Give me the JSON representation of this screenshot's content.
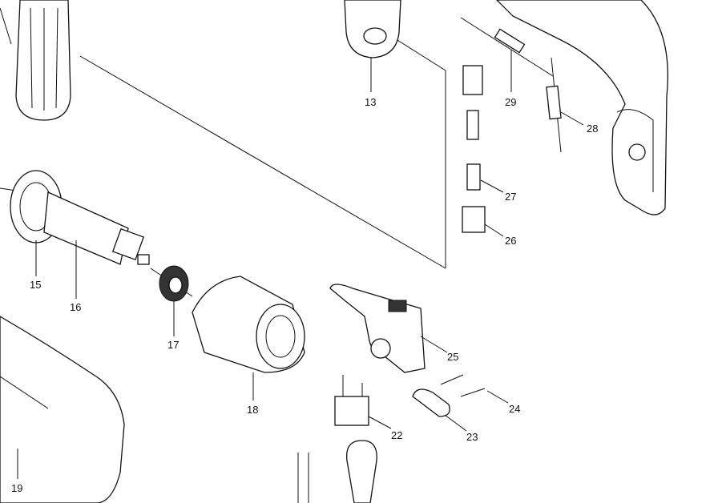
{
  "diagram": {
    "part_labels": {
      "p13": "13",
      "p29": "29",
      "p28": "28",
      "p27": "27",
      "p26": "26",
      "p15": "15",
      "p16": "16",
      "p17": "17",
      "p18": "18",
      "p25": "25",
      "p24": "24",
      "p23": "23",
      "p22": "22",
      "p19": "19"
    }
  }
}
